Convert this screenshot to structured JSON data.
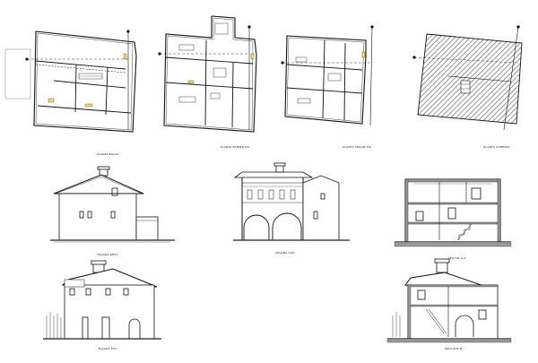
{
  "sheet": {
    "captions": {
      "plan_ground": "PLANTA BAIXA",
      "plan_first": "PLANTA PRIMER PIS",
      "plan_second": "PLANTA SEGON PIS",
      "plan_roof": "PLANTA COBERTA",
      "elev_west": "FAÇANA OEST",
      "elev_south": "FAÇANA SUD",
      "section_a": "SECCIÓ A-A'",
      "elev_east": "FAÇANA EST",
      "section_b": "SECCIÓ B-B'"
    },
    "colors": {
      "line": "#111111",
      "wall_fill": "#9a9a9a",
      "door_fill": "#e9dc7a",
      "hatch": "#555555",
      "ground": "#222222"
    }
  }
}
